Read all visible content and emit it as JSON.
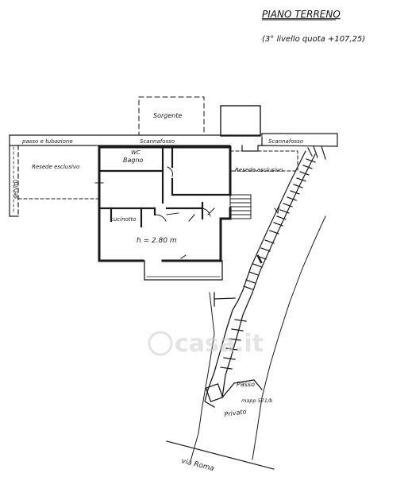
{
  "title": "PIANO TERRENO",
  "subtitle": "(3° livello quota +107,25)",
  "labels": {
    "sorgente": "Sorgente",
    "passo_tubazione": "passo e tubazione",
    "scannafosso_top": "Scannafosso",
    "scannafosso_right": "Scannafosso",
    "servitu": "servitù",
    "resede_left": "Resede esclusivo",
    "resede_right": "Resede esclusivo",
    "wc": "WC",
    "bagno": "Bagno",
    "cucinotto": "cucinotto",
    "height": "h = 2.80 m",
    "passo": "Passo",
    "privato": "Privato",
    "mapp": "mapp 571/b",
    "via_roma": "via Roma"
  },
  "watermark": "casa.it",
  "colors": {
    "ink": "#1a1a1a",
    "paper": "#ffffff",
    "watermark": "#d0d0d0"
  }
}
